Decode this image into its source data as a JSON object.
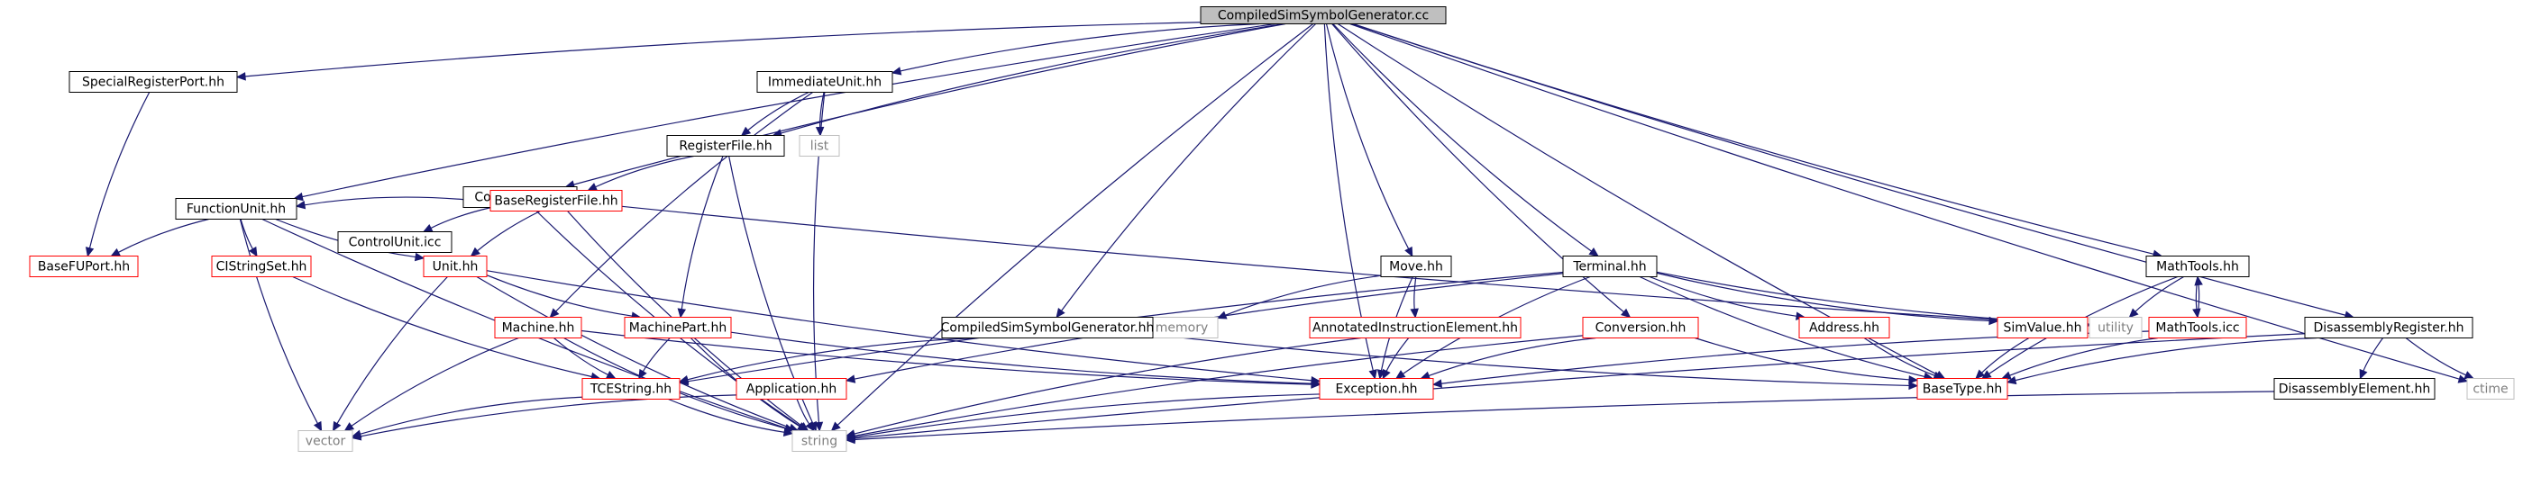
{
  "diagram": {
    "type": "dependency-graph",
    "colors": {
      "edge": "#191970",
      "root_fill": "#bfbfbf",
      "root_border": "#000000",
      "documented_border": "#000000",
      "undocumented_border": "#ff0000",
      "external_border": "#bfbfbf",
      "external_text": "#7f7f7f",
      "text": "#000000"
    },
    "nodes": [
      {
        "id": "root",
        "label": "CompiledSimSymbolGenerator.cc",
        "kind": "root"
      },
      {
        "id": "srp",
        "label": "SpecialRegisterPort.hh",
        "kind": "documented"
      },
      {
        "id": "imm",
        "label": "ImmediateUnit.hh",
        "kind": "documented"
      },
      {
        "id": "cu",
        "label": "ControlUnit.hh",
        "kind": "documented"
      },
      {
        "id": "rf",
        "label": "RegisterFile.hh",
        "kind": "documented"
      },
      {
        "id": "list",
        "label": "list",
        "kind": "external"
      },
      {
        "id": "fu",
        "label": "FunctionUnit.hh",
        "kind": "documented"
      },
      {
        "id": "cuicc",
        "label": "ControlUnit.icc",
        "kind": "documented"
      },
      {
        "id": "brf",
        "label": "BaseRegisterFile.hh",
        "kind": "undocumented"
      },
      {
        "id": "bfu",
        "label": "BaseFUPort.hh",
        "kind": "undocumented"
      },
      {
        "id": "ciss",
        "label": "CIStringSet.hh",
        "kind": "undocumented"
      },
      {
        "id": "unit",
        "label": "Unit.hh",
        "kind": "undocumented"
      },
      {
        "id": "move",
        "label": "Move.hh",
        "kind": "documented"
      },
      {
        "id": "term",
        "label": "Terminal.hh",
        "kind": "documented"
      },
      {
        "id": "mt",
        "label": "MathTools.hh",
        "kind": "documented"
      },
      {
        "id": "memory",
        "label": "memory",
        "kind": "external"
      },
      {
        "id": "cssg",
        "label": "CompiledSimSymbolGenerator.hh",
        "kind": "documented"
      },
      {
        "id": "aie",
        "label": "AnnotatedInstructionElement.hh",
        "kind": "undocumented"
      },
      {
        "id": "conv",
        "label": "Conversion.hh",
        "kind": "undocumented"
      },
      {
        "id": "addr",
        "label": "Address.hh",
        "kind": "undocumented"
      },
      {
        "id": "simv",
        "label": "SimValue.hh",
        "kind": "undocumented"
      },
      {
        "id": "utility",
        "label": "utility",
        "kind": "external"
      },
      {
        "id": "mticc",
        "label": "MathTools.icc",
        "kind": "undocumented"
      },
      {
        "id": "dr",
        "label": "DisassemblyRegister.hh",
        "kind": "documented"
      },
      {
        "id": "mach",
        "label": "Machine.hh",
        "kind": "undocumented"
      },
      {
        "id": "mp",
        "label": "MachinePart.hh",
        "kind": "undocumented"
      },
      {
        "id": "tces",
        "label": "TCEString.hh",
        "kind": "undocumented"
      },
      {
        "id": "app",
        "label": "Application.hh",
        "kind": "undocumented"
      },
      {
        "id": "exc",
        "label": "Exception.hh",
        "kind": "undocumented"
      },
      {
        "id": "bt",
        "label": "BaseType.hh",
        "kind": "undocumented"
      },
      {
        "id": "de",
        "label": "DisassemblyElement.hh",
        "kind": "documented"
      },
      {
        "id": "ctime",
        "label": "ctime",
        "kind": "external"
      },
      {
        "id": "vector",
        "label": "vector",
        "kind": "external"
      },
      {
        "id": "string",
        "label": "string",
        "kind": "external"
      }
    ],
    "edges": [
      [
        "root",
        "srp"
      ],
      [
        "root",
        "imm"
      ],
      [
        "root",
        "cu"
      ],
      [
        "root",
        "rf"
      ],
      [
        "root",
        "fu"
      ],
      [
        "root",
        "move"
      ],
      [
        "root",
        "term"
      ],
      [
        "root",
        "mt"
      ],
      [
        "root",
        "cssg"
      ],
      [
        "root",
        "conv"
      ],
      [
        "root",
        "dr"
      ],
      [
        "root",
        "ctime"
      ],
      [
        "root",
        "string"
      ],
      [
        "root",
        "exc"
      ],
      [
        "root",
        "bt"
      ],
      [
        "srp",
        "bfu"
      ],
      [
        "imm",
        "rf"
      ],
      [
        "imm",
        "list"
      ],
      [
        "imm",
        "mach"
      ],
      [
        "imm",
        "string"
      ],
      [
        "cu",
        "fu"
      ],
      [
        "cu",
        "cuicc"
      ],
      [
        "cu",
        "string"
      ],
      [
        "cu",
        "utility"
      ],
      [
        "rf",
        "brf"
      ],
      [
        "rf",
        "mp"
      ],
      [
        "rf",
        "string"
      ],
      [
        "fu",
        "bfu"
      ],
      [
        "fu",
        "ciss"
      ],
      [
        "fu",
        "unit"
      ],
      [
        "fu",
        "vector"
      ],
      [
        "fu",
        "string"
      ],
      [
        "brf",
        "unit"
      ],
      [
        "brf",
        "string"
      ],
      [
        "ciss",
        "tces"
      ],
      [
        "unit",
        "mp"
      ],
      [
        "unit",
        "vector"
      ],
      [
        "unit",
        "string"
      ],
      [
        "unit",
        "exc"
      ],
      [
        "mach",
        "tces"
      ],
      [
        "mach",
        "exc"
      ],
      [
        "mach",
        "vector"
      ],
      [
        "mach",
        "string"
      ],
      [
        "mp",
        "tces"
      ],
      [
        "mp",
        "string"
      ],
      [
        "mp",
        "exc"
      ],
      [
        "move",
        "memory"
      ],
      [
        "move",
        "aie"
      ],
      [
        "move",
        "exc"
      ],
      [
        "term",
        "tces"
      ],
      [
        "term",
        "app"
      ],
      [
        "term",
        "exc"
      ],
      [
        "term",
        "addr"
      ],
      [
        "term",
        "simv"
      ],
      [
        "term",
        "bt"
      ],
      [
        "term",
        "utility"
      ],
      [
        "cssg",
        "tces"
      ],
      [
        "cssg",
        "bt"
      ],
      [
        "aie",
        "exc"
      ],
      [
        "aie",
        "string"
      ],
      [
        "conv",
        "exc"
      ],
      [
        "conv",
        "bt"
      ],
      [
        "conv",
        "string"
      ],
      [
        "addr",
        "bt"
      ],
      [
        "simv",
        "bt"
      ],
      [
        "mt",
        "utility"
      ],
      [
        "mt",
        "mticc"
      ],
      [
        "mt",
        "bt"
      ],
      [
        "mticc",
        "mt"
      ],
      [
        "mticc",
        "exc"
      ],
      [
        "mticc",
        "bt"
      ],
      [
        "dr",
        "de"
      ],
      [
        "dr",
        "bt"
      ],
      [
        "dr",
        "ctime"
      ],
      [
        "dr",
        "string"
      ],
      [
        "tces",
        "vector"
      ],
      [
        "tces",
        "string"
      ],
      [
        "app",
        "vector"
      ],
      [
        "app",
        "string"
      ],
      [
        "exc",
        "string"
      ],
      [
        "de",
        "string"
      ]
    ]
  }
}
